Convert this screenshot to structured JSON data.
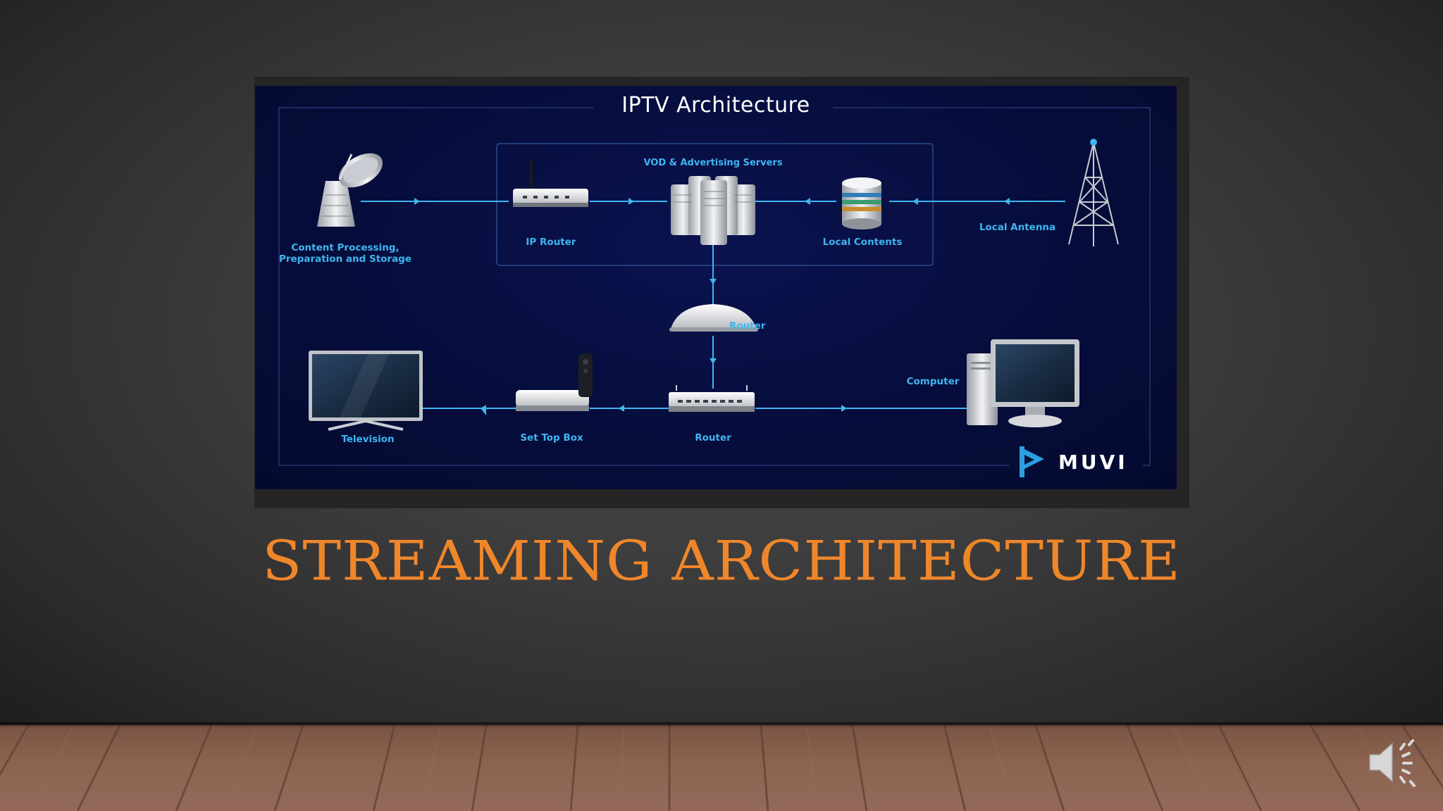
{
  "slide": {
    "title": "IPTV Architecture",
    "nodes": {
      "content_processing": "Content Processing,\nPreparation and Storage",
      "ip_router": "IP Router",
      "vod_servers": "VOD & Advertising Servers",
      "local_contents": "Local Contents",
      "local_antenna": "Local Antenna",
      "router_mid": "Router",
      "router_bottom": "Router",
      "set_top_box": "Set Top Box",
      "television": "Television",
      "computer": "Computer"
    },
    "brand": "MUVI",
    "line_color": "#3fb5f0"
  },
  "heading": "STREAMING ARCHITECTURE",
  "heading_color": "#f0862a",
  "controls": {
    "audio_icon": "speaker-volume-icon"
  }
}
